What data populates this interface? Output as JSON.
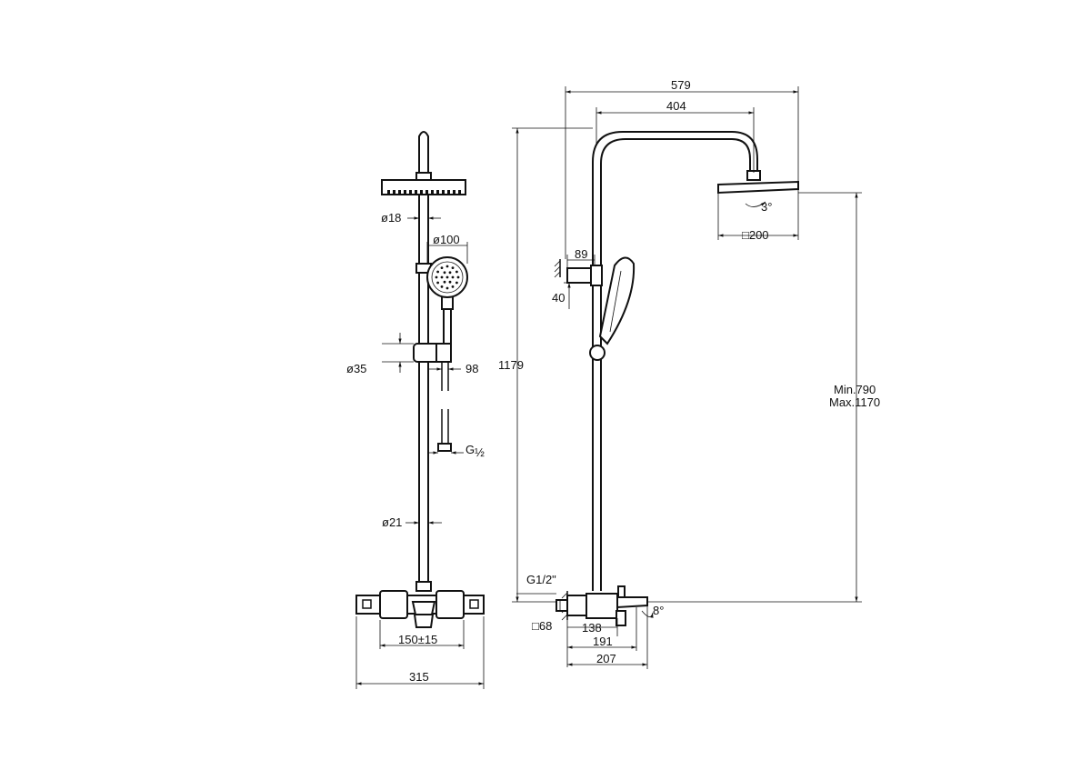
{
  "front_view": {
    "d18": "ø18",
    "d100": "ø100",
    "d35": "ø35",
    "w98": "98",
    "thread_g": "G",
    "thread_frac": "½",
    "d21": "ø21",
    "centers": "150±15",
    "width": "315"
  },
  "side_view": {
    "reach": "579",
    "arm": "404",
    "height": "1179",
    "head_tilt": "3°",
    "head_size": "□200",
    "holder_off": "89",
    "holder_h": "40",
    "range_min": "Min.790",
    "range_max": "Max.1170",
    "inlet": "G1/2\"",
    "wall_sq": "□68",
    "depth_138": "138",
    "depth_191": "191",
    "depth_207": "207",
    "spout_tilt": "8°"
  }
}
